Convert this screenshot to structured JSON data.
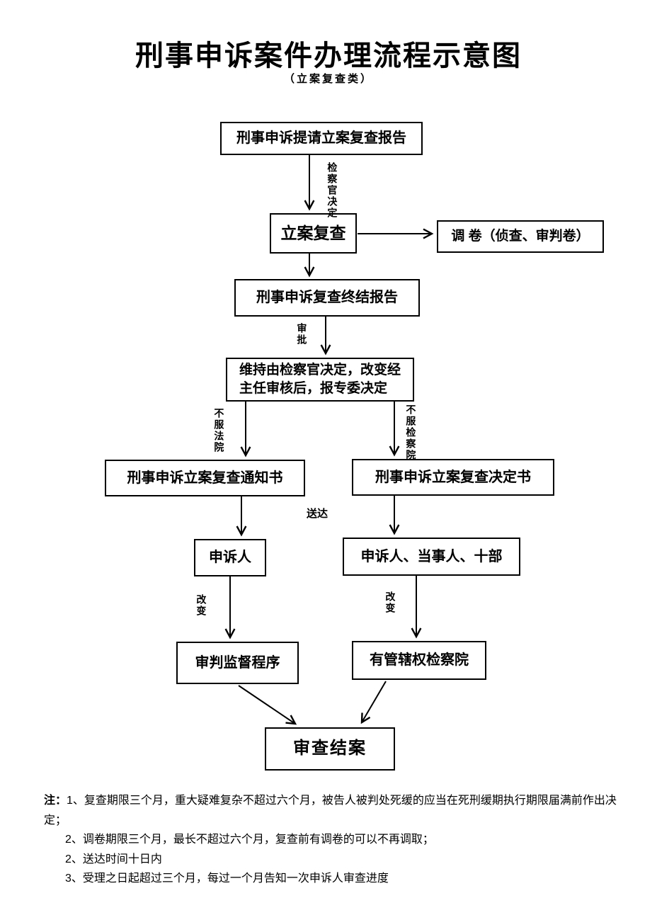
{
  "page": {
    "title": "刑事申诉案件办理流程示意图",
    "subtitle": "（立案复查类）"
  },
  "nodes": {
    "report": {
      "label": "刑事申诉提请立案复查报告"
    },
    "lian_fucha": {
      "label": "立案复查"
    },
    "diaojuan": {
      "label": "调 卷（侦查、审判卷）"
    },
    "zhongjie_report": {
      "label": "刑事申诉复查终结报告"
    },
    "weichi": {
      "lines": [
        "维持由检察官决定，改变经",
        "主任审核后，报专委决定"
      ]
    },
    "tongzhishu": {
      "label": "刑事申诉立案复查通知书"
    },
    "juedingshu": {
      "label": "刑事申诉立案复查决定书"
    },
    "shensuren": {
      "label": "申诉人"
    },
    "shensuren_group": {
      "label": "申诉人、当事人、十部"
    },
    "shenpan_jiandu": {
      "label": "审判监督程序"
    },
    "jianchayuan": {
      "label": "有管辖权检察院"
    },
    "jiean": {
      "label": "审查结案"
    }
  },
  "edge_labels": {
    "jianchaguan_jueding": "检察官决定",
    "shenpi": "审批",
    "bufu_fayuan": "不服法院",
    "bufu_jianchayuan": "不服检察院",
    "songda": "送达",
    "gaibian_left": "改变",
    "gaibian_right": "改变"
  },
  "notes": {
    "prefix": "注：",
    "items": [
      "1、复查期限三个月，重大疑难复杂不超过六个月，被告人被判处死缓的应当在死刑缓期执行期限届满前作出决定；",
      "2、调卷期限三个月，最长不超过六个月，复查前有调卷的可以不再调取；",
      "2、送达时间十日内",
      "3、受理之日起超过三个月，每过一个月告知一次申诉人审查进度"
    ]
  }
}
